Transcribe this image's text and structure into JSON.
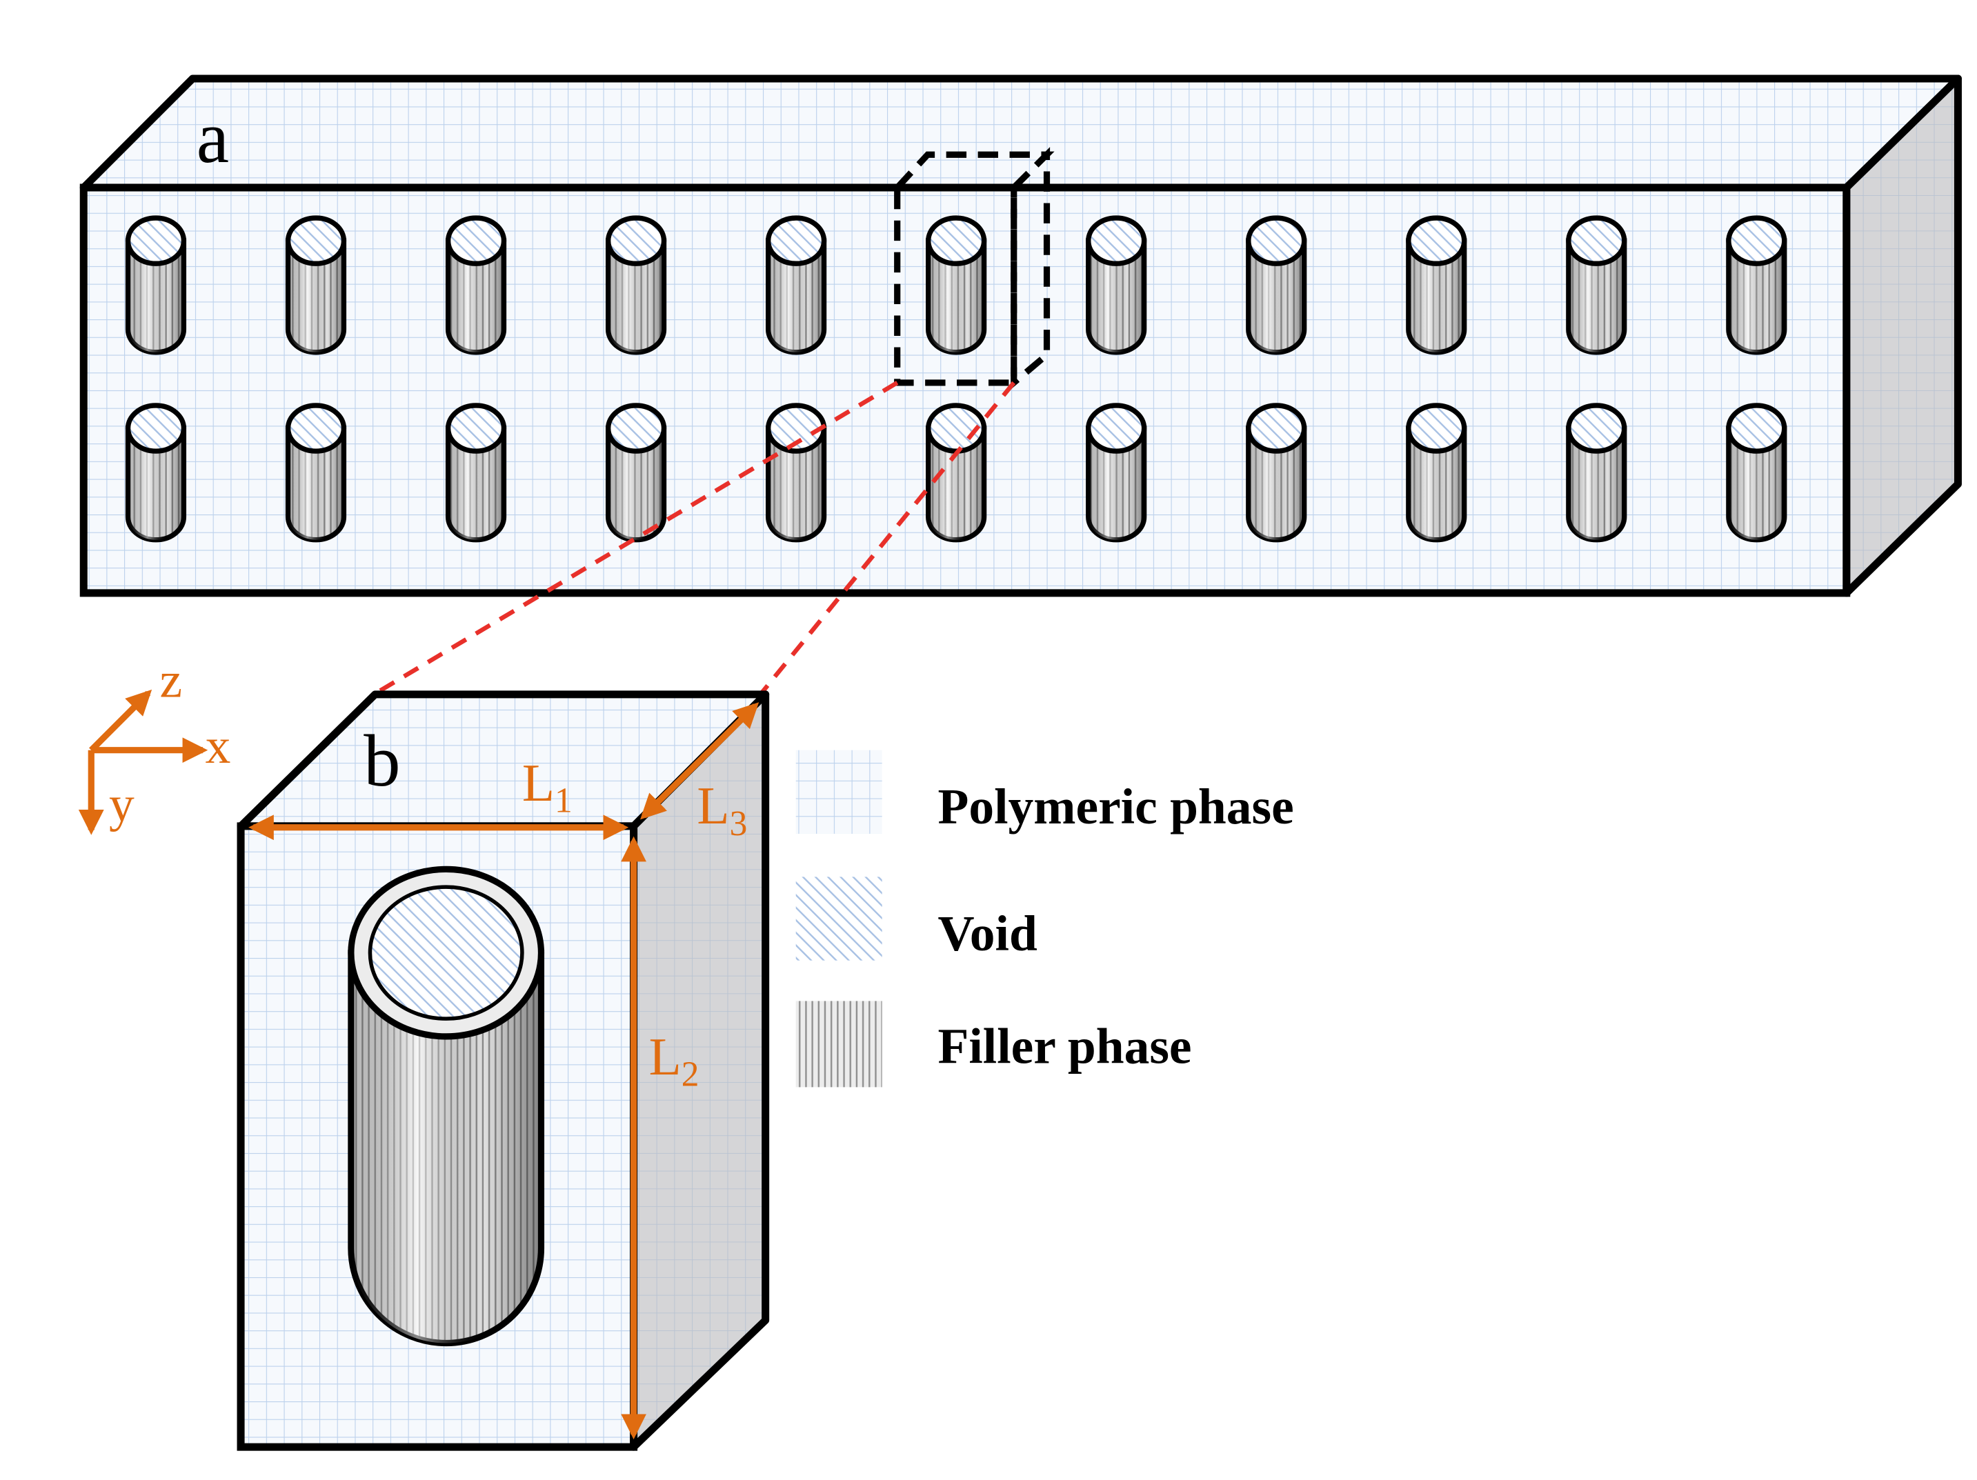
{
  "panels": {
    "a": "a",
    "b": "b"
  },
  "axes": {
    "z": "z",
    "x": "x",
    "y": "y"
  },
  "dims": {
    "L1": {
      "base": "L",
      "sub": "1"
    },
    "L2": {
      "base": "L",
      "sub": "2"
    },
    "L3": {
      "base": "L",
      "sub": "3"
    }
  },
  "legend": [
    {
      "key": "polymer",
      "label": "Polymeric phase"
    },
    {
      "key": "void",
      "label": "Void"
    },
    {
      "key": "filler",
      "label": "Filler phase"
    }
  ],
  "colors": {
    "outline": "#000000",
    "grid": "#bcd1ec",
    "grid_bg": "#f6f9fd",
    "side_face": "#d5d5d7",
    "void_hatch": "#a8c1e4",
    "filler_stripe": "#8f8f8f",
    "dimension": "#e06c10",
    "zoom_line": "#e8302a"
  },
  "array": {
    "rows": 2,
    "cols": 11
  }
}
